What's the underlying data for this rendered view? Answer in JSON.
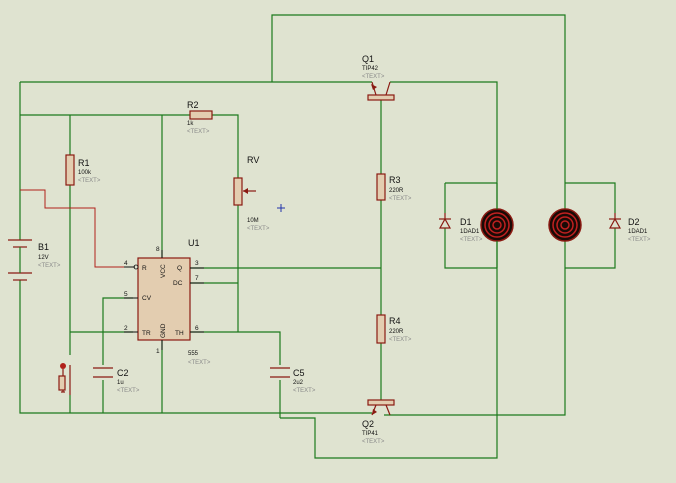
{
  "components": {
    "q1": {
      "ref": "Q1",
      "value": "TIP42",
      "text": "<TEXT>"
    },
    "q2": {
      "ref": "Q2",
      "value": "TIP41",
      "text": "<TEXT>"
    },
    "r1": {
      "ref": "R1",
      "value": "100k",
      "text": "<TEXT>"
    },
    "r2": {
      "ref": "R2",
      "value": "1k",
      "text": "<TEXT>"
    },
    "r3": {
      "ref": "R3",
      "value": "220R",
      "text": "<TEXT>"
    },
    "r4": {
      "ref": "R4",
      "value": "220R",
      "text": "<TEXT>"
    },
    "rv": {
      "ref": "RV",
      "value": "10M",
      "text": "<TEXT>"
    },
    "b1": {
      "ref": "B1",
      "value": "12V",
      "text": "<TEXT>"
    },
    "c2": {
      "ref": "C2",
      "value": "1u",
      "text": "<TEXT>"
    },
    "c5": {
      "ref": "C5",
      "value": "2u2",
      "text": "<TEXT>"
    },
    "d1": {
      "ref": "D1",
      "value": "1DAD1",
      "text": "<TEXT>"
    },
    "d2": {
      "ref": "D2",
      "value": "1DAD1",
      "text": "<TEXT>"
    },
    "u1": {
      "ref": "U1",
      "value": "555",
      "text": "<TEXT>"
    }
  },
  "ic555": {
    "pins": {
      "p8": "8",
      "p4": "4",
      "p3": "3",
      "p7": "7",
      "p5": "5",
      "p2": "2",
      "p6": "6",
      "p1": "1"
    },
    "names": {
      "r": "R",
      "q": "Q",
      "dc": "DC",
      "cv": "CV",
      "tr": "TR",
      "th": "TH",
      "vcc": "VCC",
      "gnd": "GND"
    }
  },
  "colors": {
    "background": "#dfe3d0",
    "wire": "#1c7a1c",
    "component": "#8a1a12",
    "body": "#e3cdb0"
  }
}
